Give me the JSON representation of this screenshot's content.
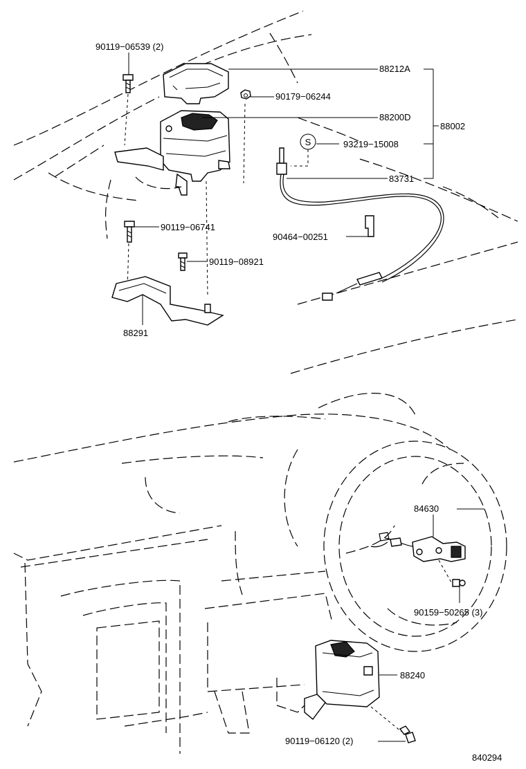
{
  "labels": {
    "p90119_06539": "90119−06539 (2)",
    "p88212A": "88212A",
    "p90179_06244": "90179−06244",
    "p88200D": "88200D",
    "p88002": "88002",
    "s_mark": "S",
    "p93219_15008": "93219−15008",
    "p83731": "83731",
    "p90119_06741": "90119−06741",
    "p90464_00251": "90464−00251",
    "p90119_08921": "90119−08921",
    "p88291": "88291",
    "p84630": "84630",
    "p90159_50265": "90159−50265 (3)",
    "p88240": "88240",
    "p90119_06120": "90119−06120 (2)",
    "figure_id": "840294"
  }
}
